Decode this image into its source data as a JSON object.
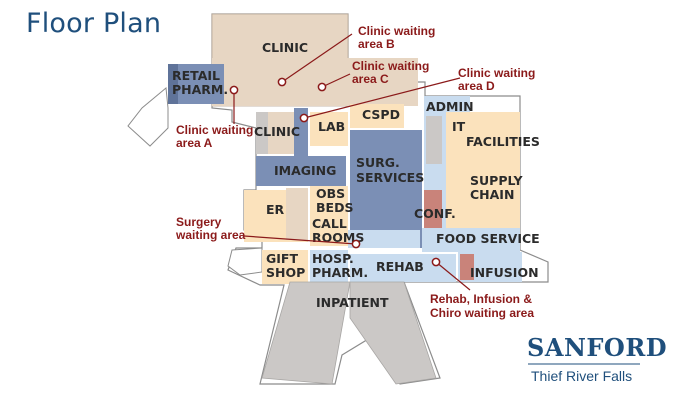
{
  "title": "Floor Plan",
  "rooms": {
    "clinic_top": "CLINIC",
    "retail_pharm": [
      "RETAIL",
      "PHARM."
    ],
    "clinic_mid": "CLINIC",
    "lab": "LAB",
    "cspd": "CSPD",
    "admin": "ADMIN",
    "it": "IT",
    "facilities": "FACILITIES",
    "imaging": "IMAGING",
    "surg_services": [
      "SURG.",
      "SERVICES"
    ],
    "supply_chain": [
      "SUPPLY",
      "CHAIN"
    ],
    "obs_beds": [
      "OBS",
      "BEDS"
    ],
    "er": "ER",
    "conf": "CONF.",
    "call_rooms": [
      "CALL",
      "ROOMS"
    ],
    "food_service": "FOOD SERVICE",
    "gift_shop": [
      "GIFT",
      "SHOP"
    ],
    "hosp_pharm": [
      "HOSP.",
      "PHARM."
    ],
    "rehab": "REHAB",
    "infusion": "INFUSION",
    "inpatient": "INPATIENT"
  },
  "callouts": {
    "clinic_b": [
      "Clinic waiting",
      "area B"
    ],
    "clinic_c": [
      "Clinic waiting",
      "area C"
    ],
    "clinic_d": [
      "Clinic waiting",
      "area D"
    ],
    "clinic_a": [
      "Clinic waiting",
      "area A"
    ],
    "surgery": [
      "Surgery",
      "waiting area"
    ],
    "rehab": [
      "Rehab, Infusion &",
      "Chiro waiting area"
    ]
  },
  "brand": {
    "name": "SANFORD",
    "location": "Thief River Falls"
  },
  "colors": {
    "title": "#1f4f7c",
    "callout": "#8b1a1a",
    "dark_blue": "#7b8fb5",
    "light_blue": "#c9dcef",
    "tan": "#fbe2bc",
    "beige": "#e7d6c3",
    "gray": "#cbc8c6",
    "rose": "#c9837a"
  }
}
